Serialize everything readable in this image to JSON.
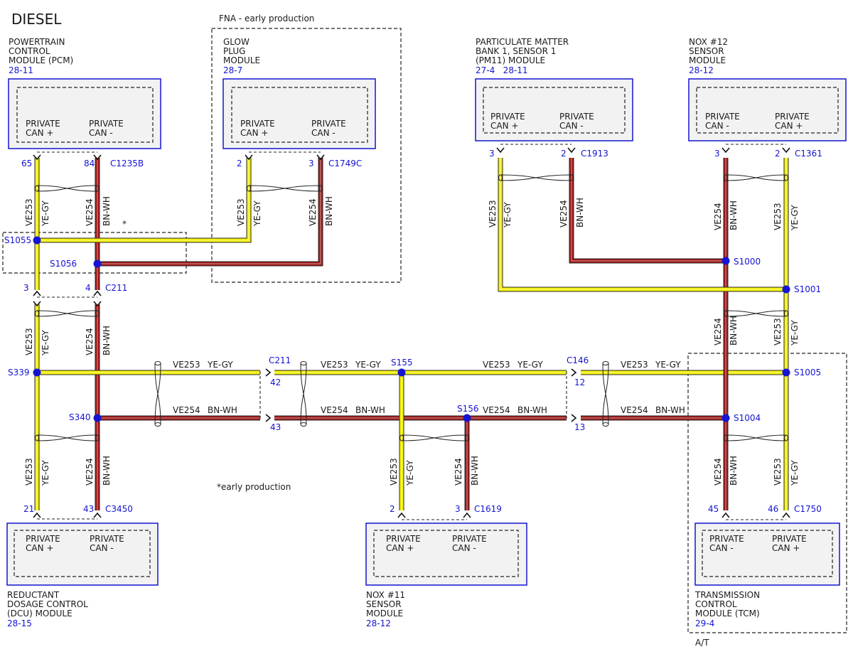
{
  "title": "DIESEL",
  "colors": {
    "ye_gy": "#f2f000",
    "bn_wh": "#a01818",
    "blue": "#1414d2",
    "ink": "#1a1a1a"
  },
  "notes": {
    "fna": "FNA - early production",
    "star": "*",
    "early": "*early production",
    "at": "A/T"
  },
  "modules": {
    "pcm": {
      "name": [
        "POWERTRAIN",
        "CONTROL",
        "MODULE (PCM)"
      ],
      "ref": "28-11",
      "p1": [
        "PRIVATE",
        "CAN +"
      ],
      "p2": [
        "PRIVATE",
        "CAN -"
      ]
    },
    "gpm": {
      "name": [
        "GLOW",
        "PLUG",
        "MODULE"
      ],
      "ref": "28-7",
      "p1": [
        "PRIVATE",
        "CAN +"
      ],
      "p2": [
        "PRIVATE",
        "CAN -"
      ]
    },
    "pm11": {
      "name": [
        "PARTICULATE MATTER",
        "BANK 1, SENSOR 1",
        "(PM11) MODULE"
      ],
      "ref": "27-4   28-11",
      "p1": [
        "PRIVATE",
        "CAN +"
      ],
      "p2": [
        "PRIVATE",
        "CAN -"
      ]
    },
    "nox12": {
      "name": [
        "NOX #12",
        "SENSOR",
        "MODULE"
      ],
      "ref": "28-12",
      "p1": [
        "PRIVATE",
        "CAN -"
      ],
      "p2": [
        "PRIVATE",
        "CAN +"
      ]
    },
    "dcu": {
      "name": [
        "REDUCTANT",
        "DOSAGE CONTROL",
        "(DCU) MODULE"
      ],
      "ref": "28-15",
      "p1": [
        "PRIVATE",
        "CAN +"
      ],
      "p2": [
        "PRIVATE",
        "CAN -"
      ]
    },
    "nox11": {
      "name": [
        "NOX #11",
        "SENSOR",
        "MODULE"
      ],
      "ref": "28-12",
      "p1": [
        "PRIVATE",
        "CAN +"
      ],
      "p2": [
        "PRIVATE",
        "CAN -"
      ]
    },
    "tcm": {
      "name": [
        "TRANSMISSION",
        "CONTROL",
        "MODULE (TCM)"
      ],
      "ref": "29-4",
      "p1": [
        "PRIVATE",
        "CAN -"
      ],
      "p2": [
        "PRIVATE",
        "CAN +"
      ]
    }
  },
  "connectors": {
    "c1235b": "C1235B",
    "c1749c": "C1749C",
    "c1913": "C1913",
    "c1361": "C1361",
    "c3450": "C3450",
    "c1619": "C1619",
    "c1750": "C1750",
    "c211": "C211",
    "c146": "C146"
  },
  "pins": {
    "pcm_a": "65",
    "pcm_b": "84",
    "gpm_a": "2",
    "gpm_b": "3",
    "pm_a": "3",
    "pm_b": "2",
    "nox12_a": "3",
    "nox12_b": "2",
    "c211_a": "3",
    "c211_b": "4",
    "c211h_a": "42",
    "c211h_b": "43",
    "c146_a": "12",
    "c146_b": "13",
    "dcu_a": "21",
    "dcu_b": "43",
    "nox11_a": "2",
    "nox11_b": "3",
    "tcm_a": "45",
    "tcm_b": "46"
  },
  "splices": {
    "s1055": "S1055",
    "s1056": "S1056",
    "s1000": "S1000",
    "s1001": "S1001",
    "s339": "S339",
    "s340": "S340",
    "s155": "S155",
    "s156": "S156",
    "s1005": "S1005",
    "s1004": "S1004"
  },
  "wires": {
    "ve253": "VE253",
    "ve254": "VE254",
    "yegy": "YE-GY",
    "bnwh": "BN-WH"
  }
}
